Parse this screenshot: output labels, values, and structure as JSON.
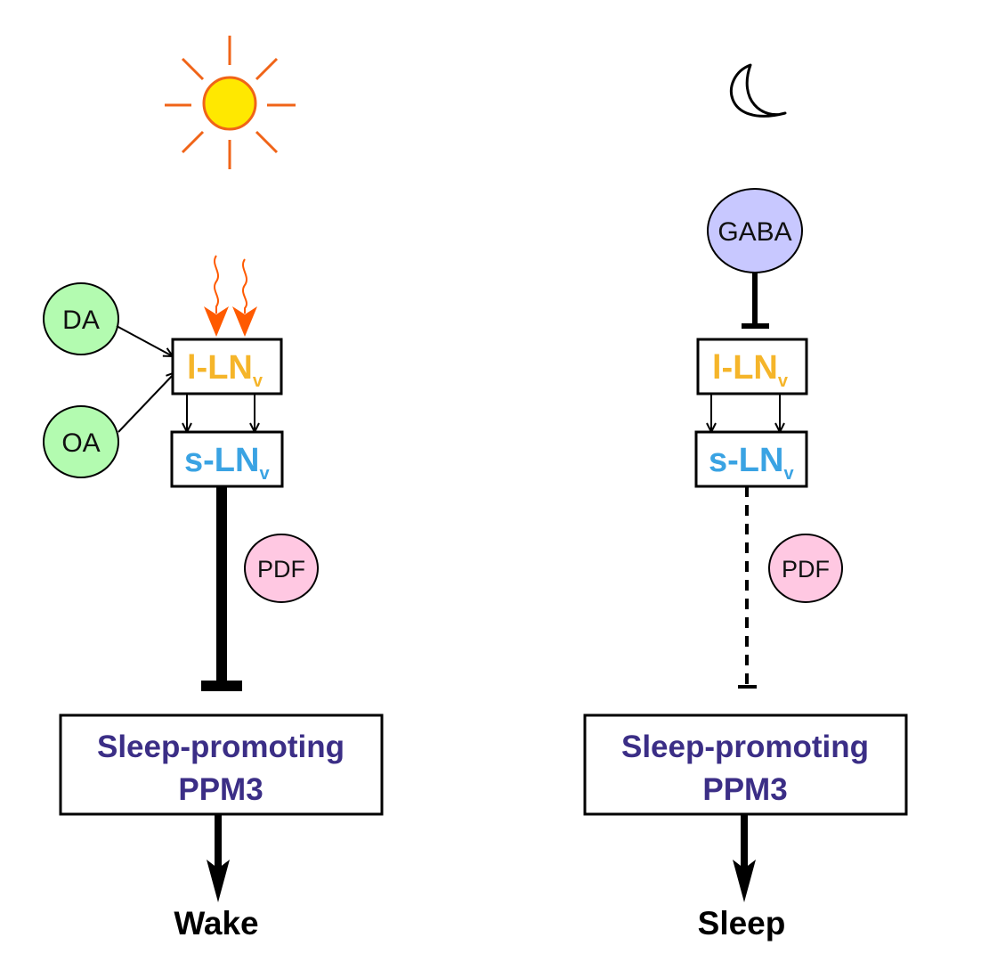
{
  "colors": {
    "sun_ray": "#f06418",
    "sun_core": "#ffe800",
    "heat_arrow": "#ff5a00",
    "neurotransmitter_fill": "#b3fbb0",
    "gaba_fill": "#c8c8ff",
    "pdf_fill": "#ffc8e2",
    "l_lnv_text": "#f5b52a",
    "s_lnv_text": "#3aa3e3",
    "ppm3_text": "#3b2e86"
  },
  "icons": {
    "day": "sun-icon",
    "night": "moon-icon",
    "heat": "heat-wave-icon"
  },
  "day": {
    "inputs": [
      "DA",
      "OA"
    ],
    "l_lnv": {
      "main": "l-LN",
      "sub": "v"
    },
    "s_lnv": {
      "main": "s-LN",
      "sub": "v"
    },
    "pdf": "PDF",
    "target_line1": "Sleep-promoting",
    "target_line2": "PPM3",
    "outcome": "Wake"
  },
  "night": {
    "input": "GABA",
    "l_lnv": {
      "main": "l-LN",
      "sub": "v"
    },
    "s_lnv": {
      "main": "s-LN",
      "sub": "v"
    },
    "pdf": "PDF",
    "target_line1": "Sleep-promoting",
    "target_line2": "PPM3",
    "outcome": "Sleep"
  }
}
